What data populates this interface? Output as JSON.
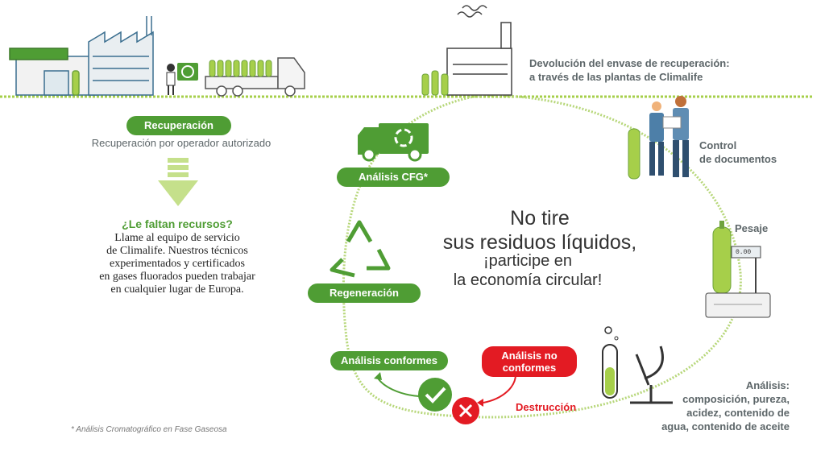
{
  "top_right": {
    "line1": "Devolución del envase de recuperación:",
    "line2": "a través de las plantas de Climalife"
  },
  "steps": {
    "control": {
      "line1": "Control",
      "line2": "de documentos"
    },
    "pesaje": "Pesaje",
    "analisis": {
      "title": "Análisis:",
      "line1": "composición, pureza,",
      "line2": "acidez, contenido de",
      "line3": "agua, contenido de aceite"
    },
    "analisis_cfg": "Análisis CFG*",
    "regeneracion": "Regeneración",
    "analisis_conformes": "Análisis conformes",
    "analisis_no_conformes": {
      "line1": "Análisis no",
      "line2": "conformes"
    },
    "destruccion": "Destrucción"
  },
  "left": {
    "recuperacion_badge": "Recuperación",
    "recuperacion_text": "Recuperación por operador autorizado",
    "question": "¿Le faltan recursos?",
    "body_lines": [
      "Llame al equipo de servicio",
      "de Climalife. Nuestros técnicos",
      "experimentados y certificados",
      "en gases fluorados pueden trabajar",
      "en cualquier lugar de Europa."
    ]
  },
  "center": {
    "line1": "No tire",
    "line2": "sus residuos líquidos,",
    "line3": "¡participe en",
    "line4": "la economía circular!"
  },
  "scale_display": "0.00",
  "footnote": "* Análisis Cromatográfico en Fase Gaseosa",
  "colors": {
    "green": "#4f9d34",
    "light_green": "#a6cf4a",
    "ring": "#b7d77a",
    "red": "#e31b23",
    "gray_text": "#5d6669"
  },
  "icons": [
    "warehouse-icon",
    "truck-icon",
    "factory-icon",
    "workers-icon",
    "scale-icon",
    "test-tube-icon",
    "microscope-icon",
    "recycle-icon",
    "check-icon",
    "cross-icon",
    "arrow-down-icon"
  ]
}
